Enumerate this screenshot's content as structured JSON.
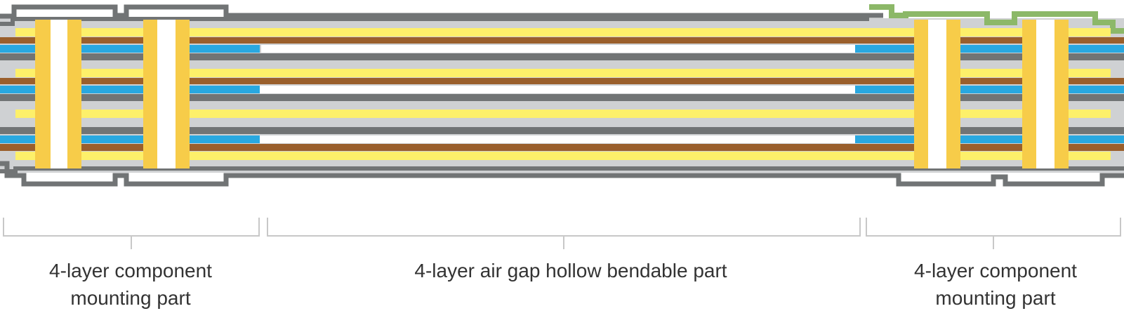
{
  "diagram": {
    "sections": [
      {
        "id": "left",
        "label": "4-layer component\nmounting part"
      },
      {
        "id": "center",
        "label": "4-layer air gap hollow bendable part"
      },
      {
        "id": "right",
        "label": "4-layer component\nmounting part"
      }
    ],
    "colors": {
      "coverlay_outer": "#717475",
      "substrate": "#cfd1d3",
      "adhesive": "#fdf06a",
      "copper": "#9a5f2c",
      "dielectric_core": "#29a8e0",
      "plated_via": "#f7cc49",
      "solder_mask": "#8cb868",
      "via_hole": "#ffffff",
      "bracket": "#c8c8c8",
      "text": "#333333"
    }
  }
}
